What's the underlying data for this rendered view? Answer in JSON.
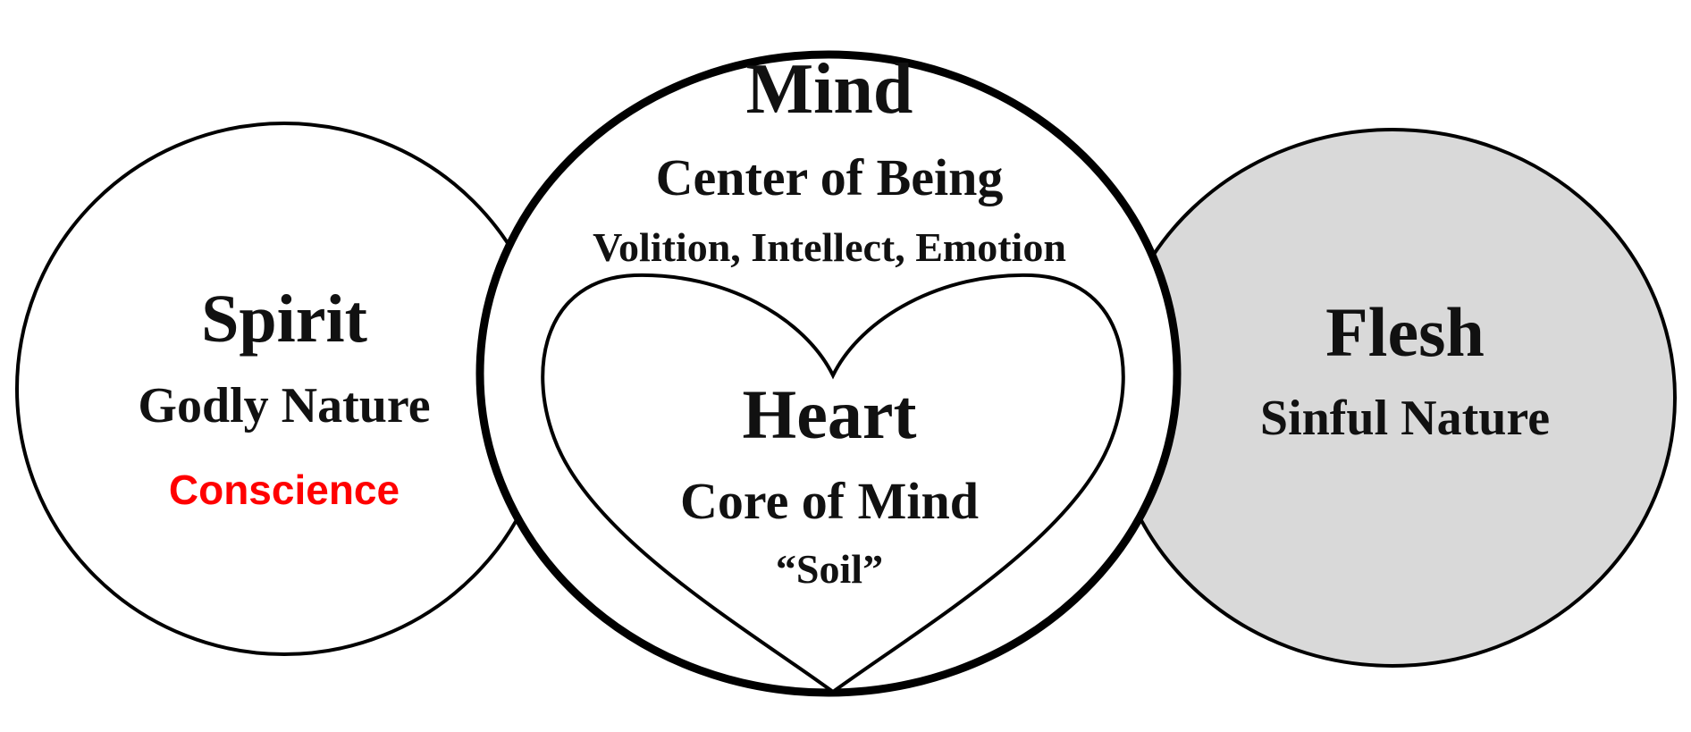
{
  "spirit": {
    "title": "Spirit",
    "subtitle": "Godly Nature",
    "note": "Conscience"
  },
  "mind": {
    "title": "Mind",
    "subtitle": "Center of Being",
    "detail": "Volition, Intellect, Emotion"
  },
  "heart": {
    "title": "Heart",
    "subtitle": "Core of Mind",
    "note": "“Soil”"
  },
  "flesh": {
    "title": "Flesh",
    "subtitle": "Sinful Nature"
  },
  "colors": {
    "outline": "#000000",
    "text": "#111111",
    "conscience": "#ff0000",
    "flesh_fill": "#d9d9d9",
    "background": "#ffffff"
  }
}
